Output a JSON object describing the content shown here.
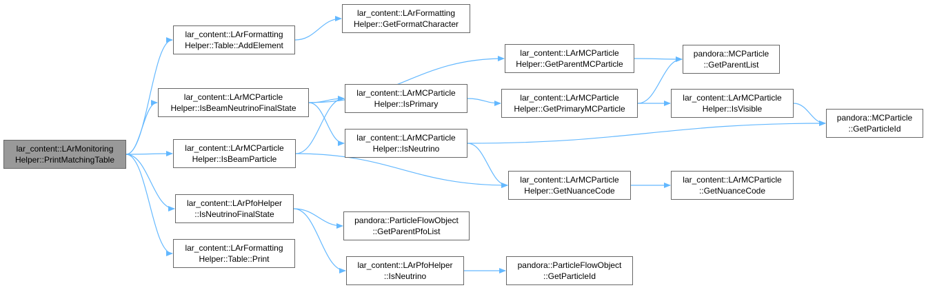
{
  "colors": {
    "edge": "#63b8ff",
    "node_border": "#666666",
    "root_fill": "#999999",
    "node_fill": "#ffffff"
  },
  "nodes": {
    "root": {
      "line1": "lar_content::LArMonitoring",
      "line2": "Helper::PrintMatchingTable"
    },
    "addElement": {
      "line1": "lar_content::LArFormatting",
      "line2": "Helper::Table::AddElement"
    },
    "getFormatChar": {
      "line1": "lar_content::LArFormatting",
      "line2": "Helper::GetFormatCharacter"
    },
    "isBeamNuFS": {
      "line1": "lar_content::LArMCParticle",
      "line2": "Helper::IsBeamNeutrinoFinalState"
    },
    "getParentMC": {
      "line1": "lar_content::LArMCParticle",
      "line2": "Helper::GetParentMCParticle"
    },
    "pandoraParentList": {
      "line1": "pandora::MCParticle",
      "line2": "::GetParentList"
    },
    "isPrimary": {
      "line1": "lar_content::LArMCParticle",
      "line2": "Helper::IsPrimary"
    },
    "getPrimaryMC": {
      "line1": "lar_content::LArMCParticle",
      "line2": "Helper::GetPrimaryMCParticle"
    },
    "isVisible": {
      "line1": "lar_content::LArMCParticle",
      "line2": "Helper::IsVisible"
    },
    "pandoraParticleId": {
      "line1": "pandora::MCParticle",
      "line2": "::GetParticleId"
    },
    "isBeamParticle": {
      "line1": "lar_content::LArMCParticle",
      "line2": "Helper::IsBeamParticle"
    },
    "isNeutrino": {
      "line1": "lar_content::LArMCParticle",
      "line2": "Helper::IsNeutrino"
    },
    "getNuanceCodeHelper": {
      "line1": "lar_content::LArMCParticle",
      "line2": "Helper::GetNuanceCode"
    },
    "getNuanceCodeMC": {
      "line1": "lar_content::LArMCParticle",
      "line2": "::GetNuanceCode"
    },
    "pfoIsNuFS": {
      "line1": "lar_content::LArPfoHelper",
      "line2": "::IsNeutrinoFinalState"
    },
    "pfoParentList": {
      "line1": "pandora::ParticleFlowObject",
      "line2": "::GetParentPfoList"
    },
    "tablePrint": {
      "line1": "lar_content::LArFormatting",
      "line2": "Helper::Table::Print"
    },
    "pfoIsNeutrino": {
      "line1": "lar_content::LArPfoHelper",
      "line2": "::IsNeutrino"
    },
    "pfoParticleId": {
      "line1": "pandora::ParticleFlowObject",
      "line2": "::GetParticleId"
    }
  },
  "edges": [
    [
      "root",
      "addElement"
    ],
    [
      "root",
      "isBeamNuFS"
    ],
    [
      "root",
      "isBeamParticle"
    ],
    [
      "root",
      "pfoIsNuFS"
    ],
    [
      "root",
      "tablePrint"
    ],
    [
      "addElement",
      "getFormatChar"
    ],
    [
      "isBeamNuFS",
      "getParentMC"
    ],
    [
      "isBeamNuFS",
      "isPrimary"
    ],
    [
      "isBeamNuFS",
      "isNeutrino"
    ],
    [
      "getParentMC",
      "pandoraParentList"
    ],
    [
      "isPrimary",
      "getPrimaryMC"
    ],
    [
      "getPrimaryMC",
      "pandoraParentList"
    ],
    [
      "getPrimaryMC",
      "isVisible"
    ],
    [
      "isVisible",
      "pandoraParticleId"
    ],
    [
      "isBeamParticle",
      "isPrimary"
    ],
    [
      "isBeamParticle",
      "getNuanceCodeHelper"
    ],
    [
      "isNeutrino",
      "pandoraParticleId"
    ],
    [
      "isNeutrino",
      "getNuanceCodeHelper"
    ],
    [
      "getNuanceCodeHelper",
      "getNuanceCodeMC"
    ],
    [
      "pfoIsNuFS",
      "pfoParentList"
    ],
    [
      "pfoIsNuFS",
      "pfoIsNeutrino"
    ],
    [
      "pfoIsNeutrino",
      "pfoParticleId"
    ]
  ]
}
